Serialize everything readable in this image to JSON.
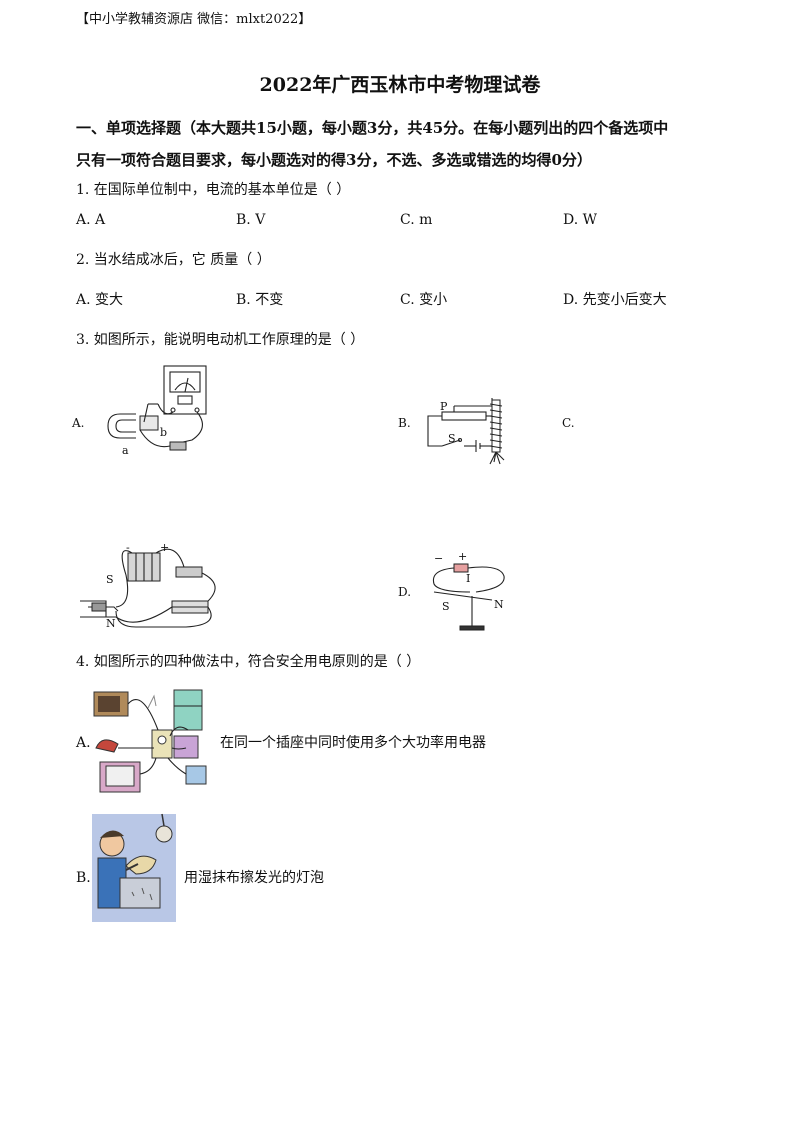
{
  "header": "【中小学教辅资源店 微信：mlxt2022】",
  "title": "2022年广西玉林市中考物理试卷",
  "section": {
    "line1": "一、单项选择题（本大题共15小题，每小题3分，共45分。在每小题列出的四个备选项中",
    "line2": "只有一项符合题目要求，每小题选对的得3分，不选、多选或错选的均得0分）"
  },
  "q1": {
    "stem": "1. 在国际单位制中，电流的基本单位是（     ）",
    "options": [
      "A. A",
      "B. V",
      "C. m",
      "D. W"
    ]
  },
  "q2": {
    "stem": "2. 当水结成冰后，它   质量（     ）",
    "options": [
      "A. 变大",
      "B. 不变",
      "C. 变小",
      "D. 先变小后变大"
    ]
  },
  "q3": {
    "stem": "3. 如图所示，能说明电动机工作原理的是（   ）",
    "option_letters": [
      "A.",
      "B.",
      "C.",
      "D."
    ],
    "figure_labels": {
      "a_a": "a",
      "a_b": "b",
      "b_p": "P",
      "b_s": "S",
      "c_s": "S",
      "c_n": "N",
      "c_minus": "-",
      "c_plus": "+",
      "d_minus": "−",
      "d_plus": "+",
      "d_i": "I",
      "d_s": "S",
      "d_n": "N"
    }
  },
  "q4": {
    "stem": "4. 如图所示的四种做法中，符合安全用电原则的是（     ）",
    "options": [
      {
        "letter": "A.",
        "text": "在同一个插座中同时使用多个大功率用电器"
      },
      {
        "letter": "B.",
        "text": "用湿抹布擦发光的灯泡"
      }
    ]
  },
  "colors": {
    "text": "#111111",
    "background": "#ffffff"
  }
}
